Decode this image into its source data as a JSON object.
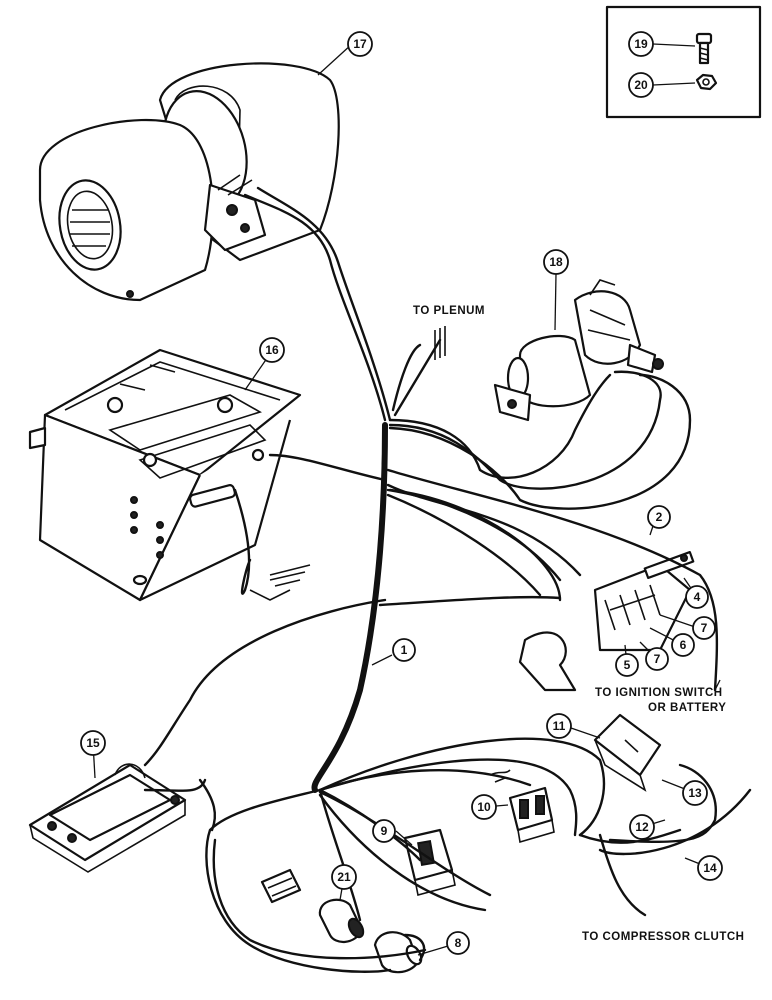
{
  "labels": {
    "to_plenum": "TO PLENUM",
    "to_ignition_line1": "TO IGNITION SWITCH",
    "to_ignition_line2": "OR BATTERY",
    "to_compressor_clutch": "TO COMPRESSOR CLUTCH"
  },
  "callouts": {
    "c1": "1",
    "c2": "2",
    "c4": "4",
    "c5": "5",
    "c6": "6",
    "c7a": "7",
    "c7b": "7",
    "c8": "8",
    "c9": "9",
    "c10": "10",
    "c11": "11",
    "c12": "12",
    "c13": "13",
    "c14": "14",
    "c15": "15",
    "c16": "16",
    "c17": "17",
    "c18": "18",
    "c19": "19",
    "c20": "20",
    "c21": "21"
  }
}
